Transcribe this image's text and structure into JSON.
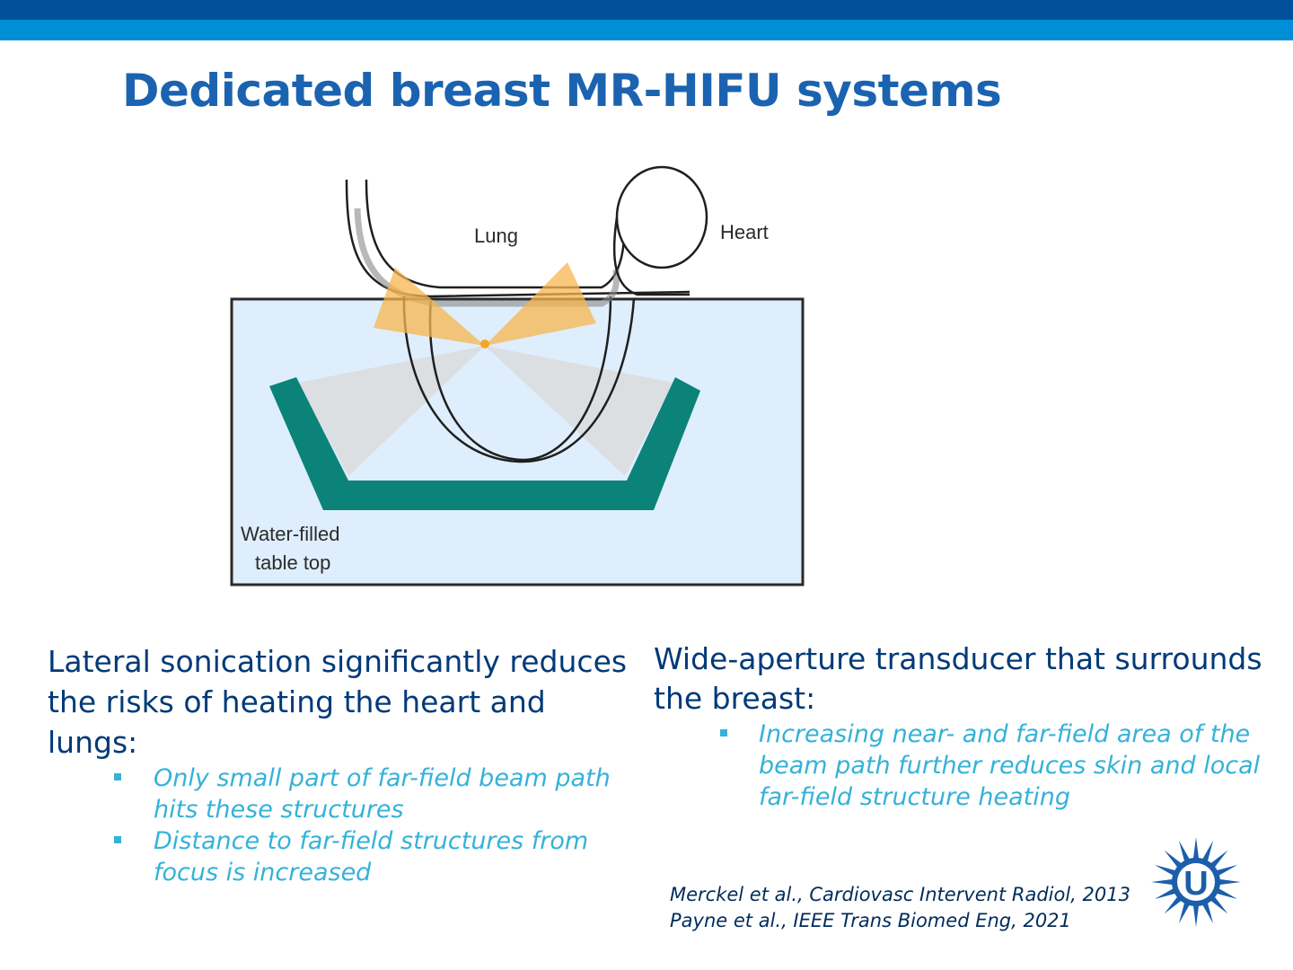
{
  "slide": {
    "title": "Dedicated breast MR-HIFU systems"
  },
  "figure": {
    "labels": {
      "lung": "Lung",
      "heart": "Heart",
      "table_line1": "Water-filled",
      "table_line2": "table top"
    },
    "colors": {
      "water": "#deeefc",
      "transducer": "#0b8378",
      "beam": "#f7b54e",
      "far_field": "#d9d9d9"
    }
  },
  "left_column": {
    "text": "Lateral sonication significantly reduces the risks of heating the heart and lungs:",
    "bullets": [
      "Only small part of far-field beam path hits these structures",
      "Distance to far-field structures from focus is increased"
    ]
  },
  "right_column": {
    "text": "Wide-aperture transducer that surrounds the breast:",
    "bullets": [
      "Increasing near- and far-field area of the beam path further reduces skin and local far-field structure heating"
    ]
  },
  "references": [
    "Merckel et al., Cardiovasc Intervent Radiol, 2013",
    "Payne et al., IEEE Trans Biomed Eng, 2021"
  ],
  "logo": {
    "letter": "U",
    "color": "#1b5eab"
  },
  "theme": {
    "bar_dark": "#00509a",
    "bar_light": "#008fd6",
    "title_color": "#1b63b0",
    "text_color": "#003a78",
    "bullet_color": "#35b2d8"
  }
}
